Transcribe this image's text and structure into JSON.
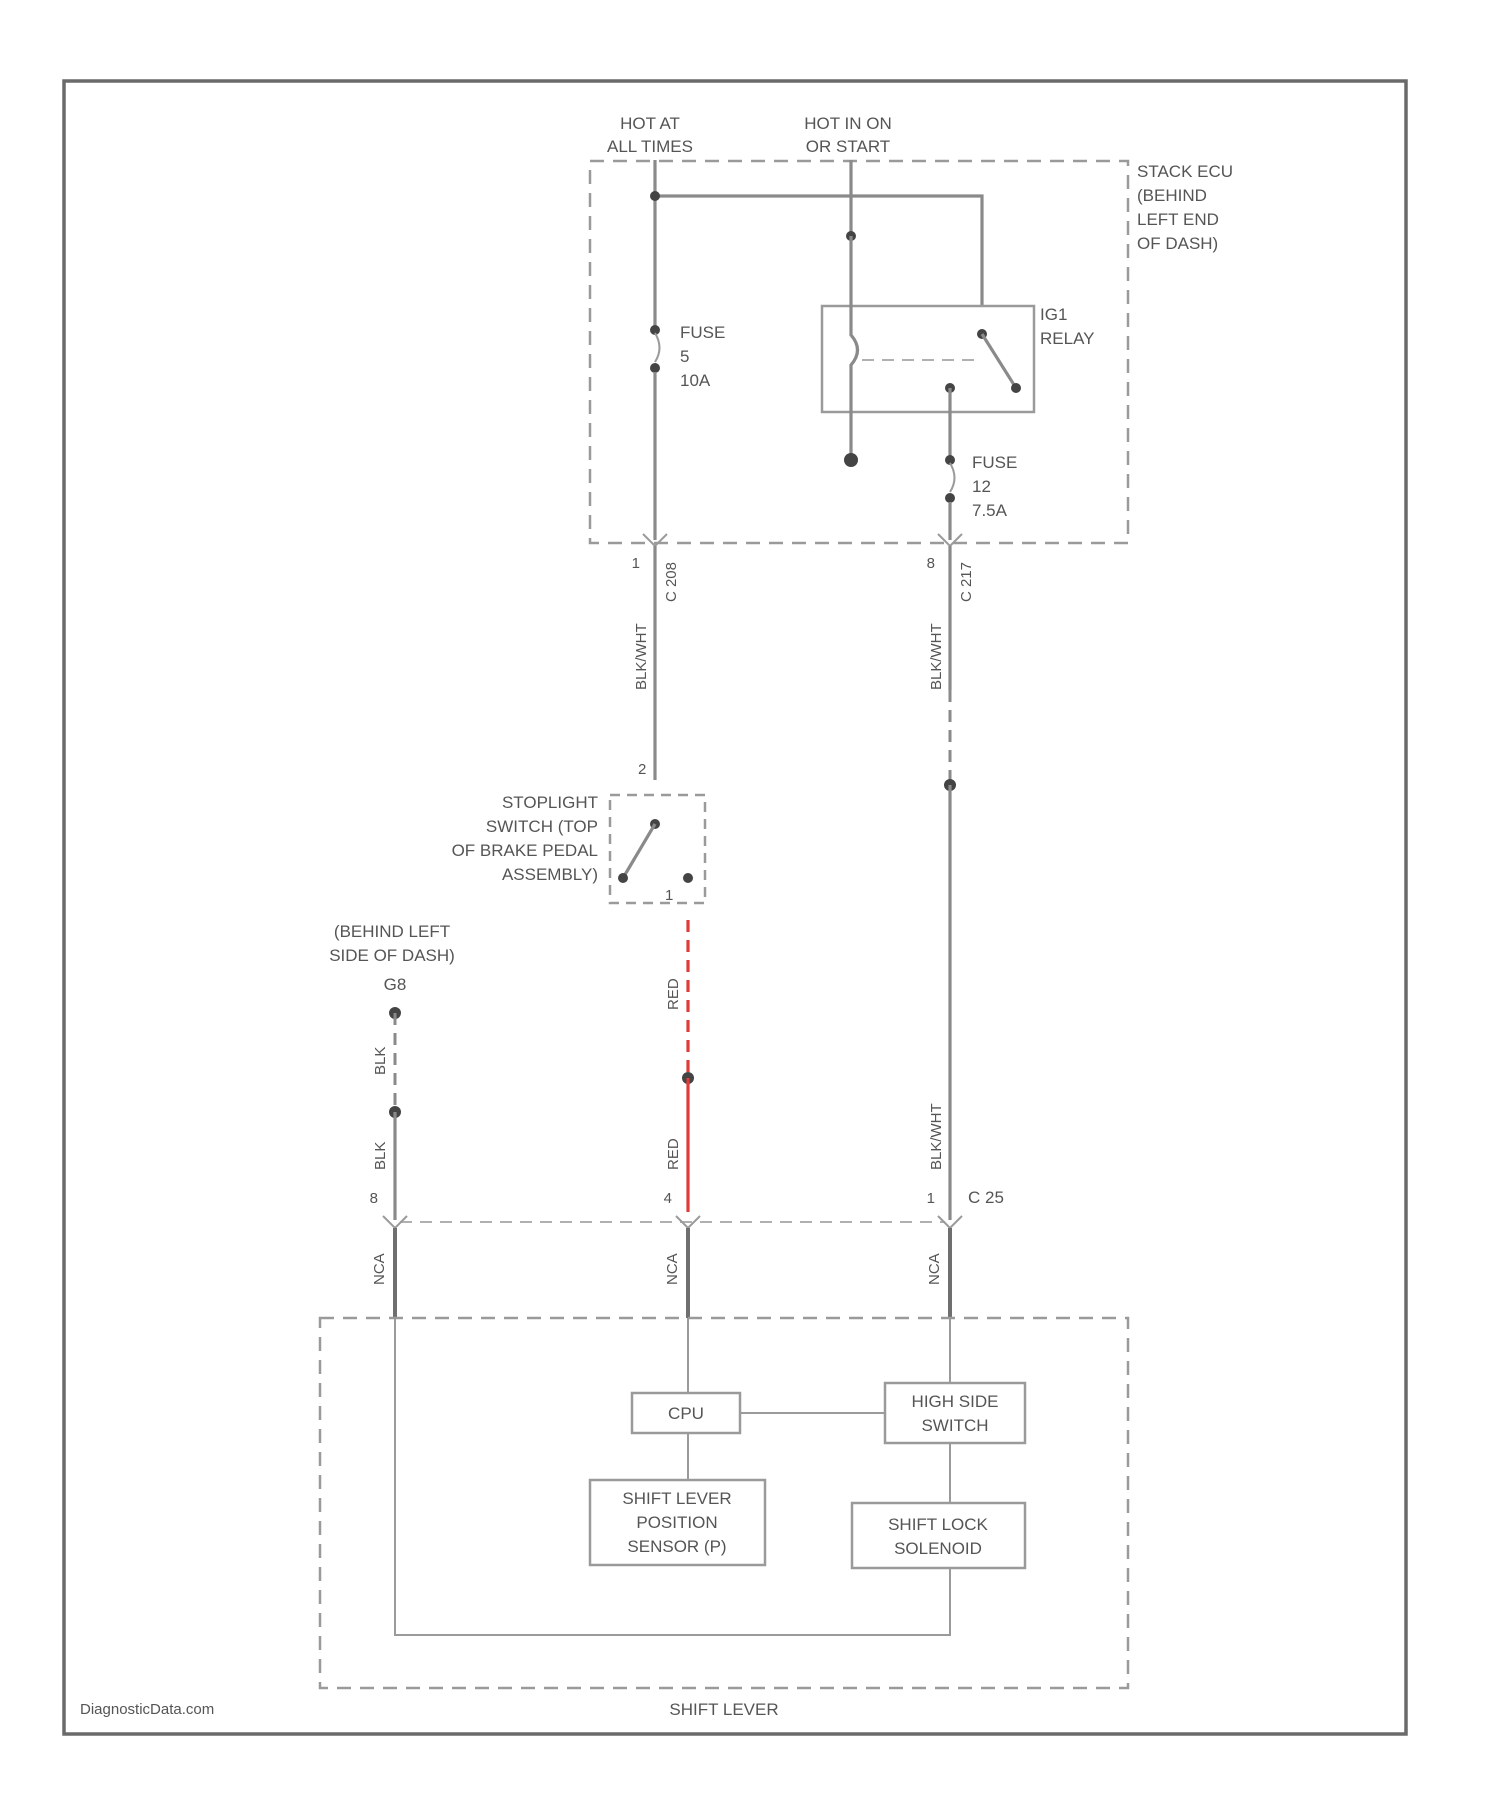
{
  "power": {
    "hot_at_all_times": [
      "HOT AT",
      "ALL TIMES"
    ],
    "hot_in_on_or_start": [
      "HOT IN ON",
      "OR START"
    ]
  },
  "fuse_box": {
    "label": [
      "STACK ECU",
      "(BEHIND",
      "LEFT END",
      "OF DASH)"
    ]
  },
  "fuse_left": {
    "lines": [
      "FUSE",
      "5",
      "10A"
    ]
  },
  "fuse_right": {
    "lines": [
      "FUSE",
      "12",
      "7.5A"
    ]
  },
  "relay": {
    "lines": [
      "IG1",
      "RELAY"
    ]
  },
  "connectors": {
    "left_pin": "1",
    "left_conn": "C 208",
    "right_pin": "8",
    "right_conn": "C 217",
    "bottom_left_pin": "8",
    "bottom_mid_pin": "4",
    "bottom_right_pin": "1",
    "bottom_conn": "C 25"
  },
  "wires": {
    "left_upper": "BLK/WHT",
    "right_upper": "BLK/WHT",
    "right_lower": "BLK/WHT",
    "red_upper": "RED",
    "red_lower": "RED",
    "blk_upper": "BLK",
    "blk_lower": "BLK",
    "nca_1": "NCA",
    "nca_2": "NCA",
    "nca_3": "NCA"
  },
  "stoplight_switch": {
    "lines": [
      "STOPLIGHT",
      "SWITCH (TOP",
      "OF BRAKE PEDAL",
      "ASSEMBLY)"
    ],
    "pin_top": "2",
    "pin_bottom": "1"
  },
  "ground": {
    "lines": [
      "(BEHIND LEFT",
      "SIDE OF DASH)"
    ],
    "id": "G8"
  },
  "shift_lever": {
    "label": "SHIFT LEVER",
    "cpu": "CPU",
    "high_side_switch": [
      "HIGH SIDE",
      "SWITCH"
    ],
    "position_sensor": [
      "SHIFT LEVER",
      "POSITION",
      "SENSOR (P)"
    ],
    "shift_lock_solenoid": [
      "SHIFT LOCK",
      "SOLENOID"
    ]
  },
  "watermark": "DiagnosticData.com"
}
